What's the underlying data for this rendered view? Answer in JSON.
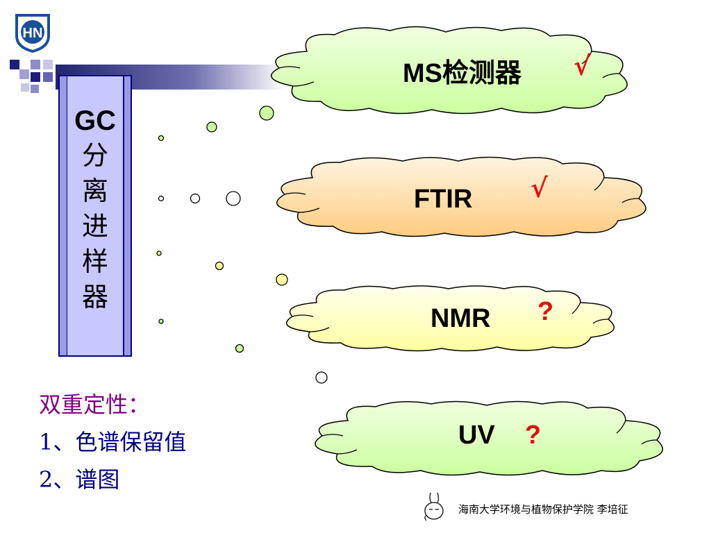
{
  "sidebar_box": {
    "line1": "GC",
    "chars": [
      "分",
      "离",
      "进",
      "样",
      "器"
    ]
  },
  "clouds": [
    {
      "label": "MS检测器",
      "mark": "√",
      "fill": "#ccffa0"
    },
    {
      "label": "FTIR",
      "mark": "√",
      "fill": "#ffcc80"
    },
    {
      "label": "NMR",
      "mark": "?",
      "fill": "#ffffa0"
    },
    {
      "label": "UV",
      "mark": "?",
      "fill": "#ccffa0"
    }
  ],
  "notes": {
    "title": "双重定性：",
    "items": [
      "1、色谱保留值",
      "2、谱图"
    ]
  },
  "footer": {
    "text": "海南大学环境与植物保护学院    李培征"
  },
  "colors": {
    "box_fill": "#c8c8ff",
    "box_border": "#000080",
    "accent_red": "#e01010",
    "notes_title": "#800080",
    "notes_items": "#000080"
  },
  "icons": {
    "logo": "hainan-university-logo-icon",
    "mascot": "bunny-mascot-icon"
  }
}
